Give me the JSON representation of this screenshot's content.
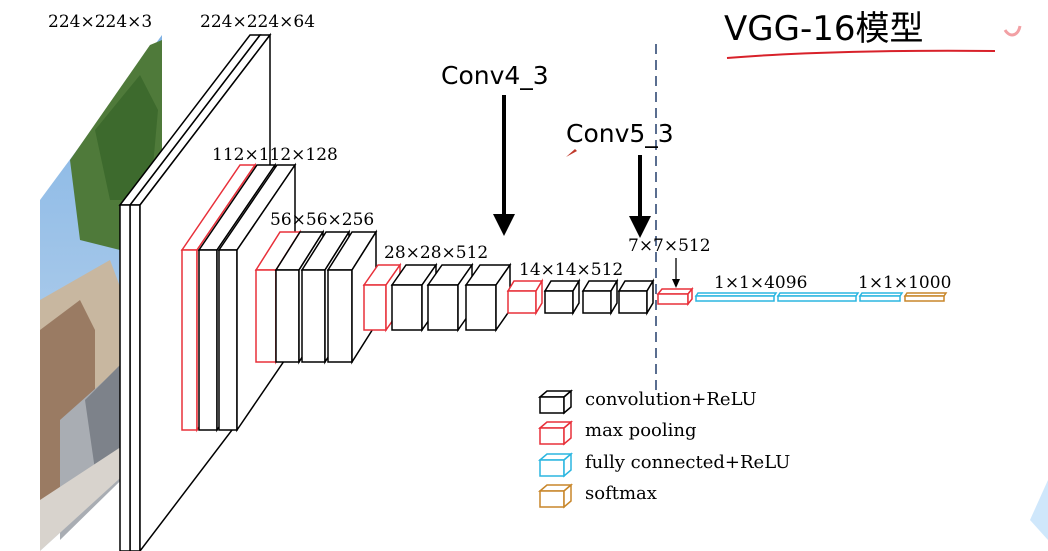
{
  "title": "VGG-16模型",
  "colors": {
    "conv": "#000000",
    "pool": "#e8303a",
    "fc": "#2bb6e0",
    "softmax": "#c8862a",
    "title_underline": "#d8212a",
    "dashed_line": "#5a6e90"
  },
  "labels": {
    "input": "224×224×3",
    "conv1": "224×224×64",
    "conv2": "112×112×128",
    "conv3": "56×56×256",
    "conv4": "28×28×512",
    "conv5": "14×14×512",
    "pool5": "7×7×512",
    "fc": "1×1×4096",
    "out": "1×1×1000"
  },
  "annotations": {
    "conv4_3": "Conv4_3",
    "conv5_3": "Conv5_3"
  },
  "legend": [
    {
      "label": "convolution+ReLU",
      "color_key": "conv"
    },
    {
      "label": "max pooling",
      "color_key": "pool"
    },
    {
      "label": "fully connected+ReLU",
      "color_key": "fc"
    },
    {
      "label": "softmax",
      "color_key": "softmax"
    }
  ],
  "input_image": {
    "icon": "street-photo"
  }
}
